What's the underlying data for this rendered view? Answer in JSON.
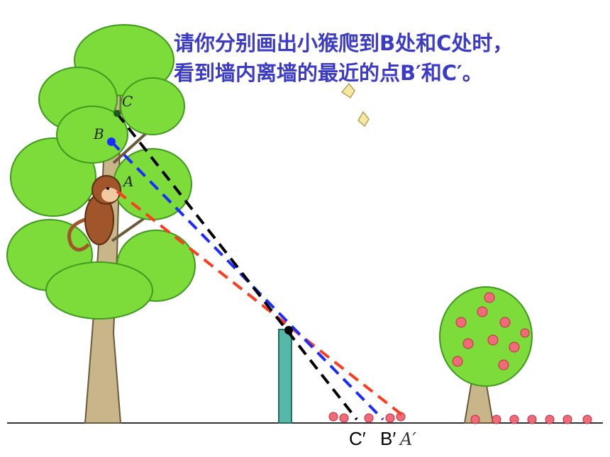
{
  "prompt": {
    "line1": "请你分别画出小猴爬到B处和C处时，",
    "line2": "看到墙内离墙的最近的点B′和C′。"
  },
  "points": {
    "A": "A",
    "B": "B",
    "C": "C",
    "A_prime": "A′",
    "B_prime": "B′",
    "C_prime": "C′"
  },
  "colors": {
    "text": "#3b3bc8",
    "line_A": "#ff3b1f",
    "line_B": "#1a2cff",
    "line_C": "#000000",
    "foliage": "#7ddb3a",
    "foliage_dark": "#3f9a1e",
    "trunk": "#c9b58a",
    "wall": "#55b8a8",
    "fruit": "#f06a7a",
    "monkey": "#a0552a"
  },
  "icons": [
    "monkey-icon",
    "bird-icon",
    "tree-icon",
    "fruit-tree-icon",
    "wall-post-icon"
  ]
}
